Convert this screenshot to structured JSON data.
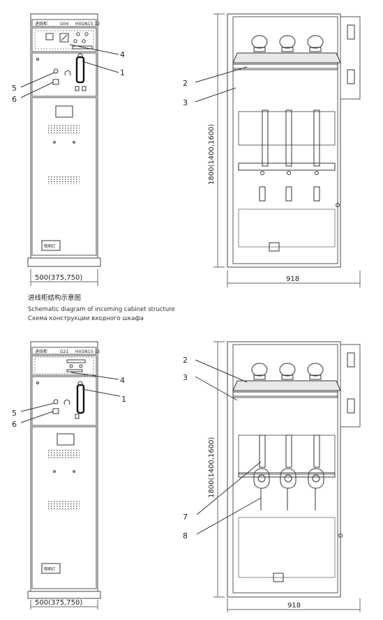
{
  "diagram_a": {
    "panel_title": "进线柜",
    "panel_code": "G04",
    "panel_model": "HXGN15-12",
    "door_label": "照明灯",
    "width_dim": "500(375,750)",
    "height_dim": "1800(1400,1600)",
    "depth_dim": "918",
    "callouts": [
      "4",
      "1",
      "5",
      "6",
      "2",
      "3"
    ]
  },
  "caption": {
    "zh": "进线柜结构示意图",
    "en": "Schematic diagram of incoming cabinet structure",
    "ru": "Схема конструкции входного шкафа"
  },
  "diagram_b": {
    "panel_title": "进线柜",
    "panel_code": "G21",
    "panel_model": "HXGN15-12",
    "door_label": "照明灯",
    "width_dim": "500(375,750)",
    "height_dim": "1800(1400,1600)",
    "depth_dim": "918",
    "callouts": [
      "4",
      "1",
      "5",
      "6",
      "2",
      "3",
      "7",
      "8"
    ]
  }
}
